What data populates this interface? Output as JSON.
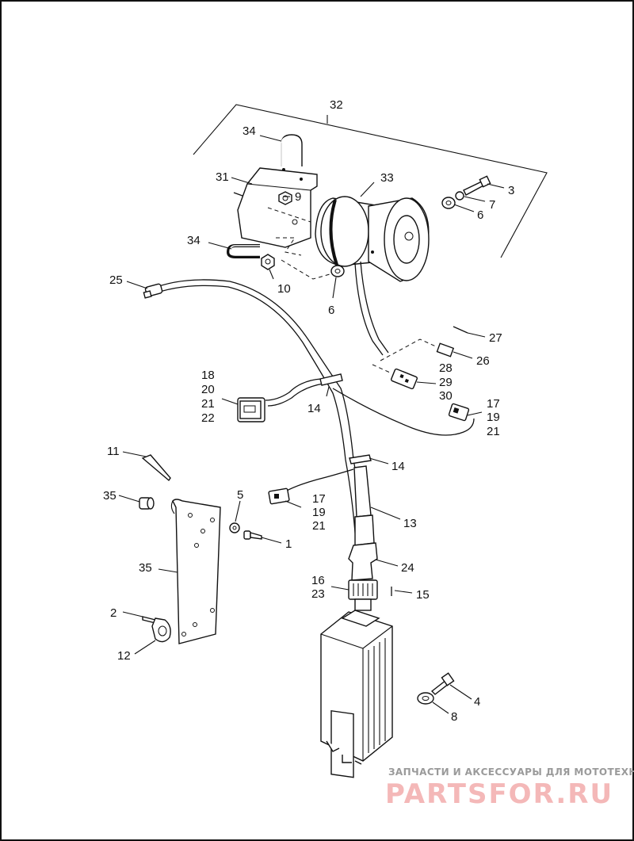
{
  "callouts": {
    "c32": "32",
    "c34a": "34",
    "c33": "33",
    "c31": "31",
    "c9": "9",
    "c3": "3",
    "c7": "7",
    "c6a": "6",
    "c34b": "34",
    "c10": "10",
    "c6b": "6",
    "c25": "25",
    "c27": "27",
    "c26": "26",
    "c28": "28",
    "c29": "29",
    "c30": "30",
    "c18": "18",
    "c20": "20",
    "c21a": "21",
    "c22": "22",
    "c14a": "14",
    "c17a": "17",
    "c19a": "19",
    "c21b": "21",
    "c11": "11",
    "c14b": "14",
    "c35a": "35",
    "c5": "5",
    "c17b": "17",
    "c19b": "19",
    "c21c": "21",
    "c13": "13",
    "c1": "1",
    "c35b": "35",
    "c24": "24",
    "c16": "16",
    "c23": "23",
    "c15": "15",
    "c2": "2",
    "c12": "12",
    "c4": "4",
    "c8": "8"
  },
  "watermark": {
    "tagline": "ЗАПЧАСТИ И АКСЕССУАРЫ ДЛЯ МОТОТЕХНИКИ",
    "logo": "PARTSFOR.RU"
  }
}
